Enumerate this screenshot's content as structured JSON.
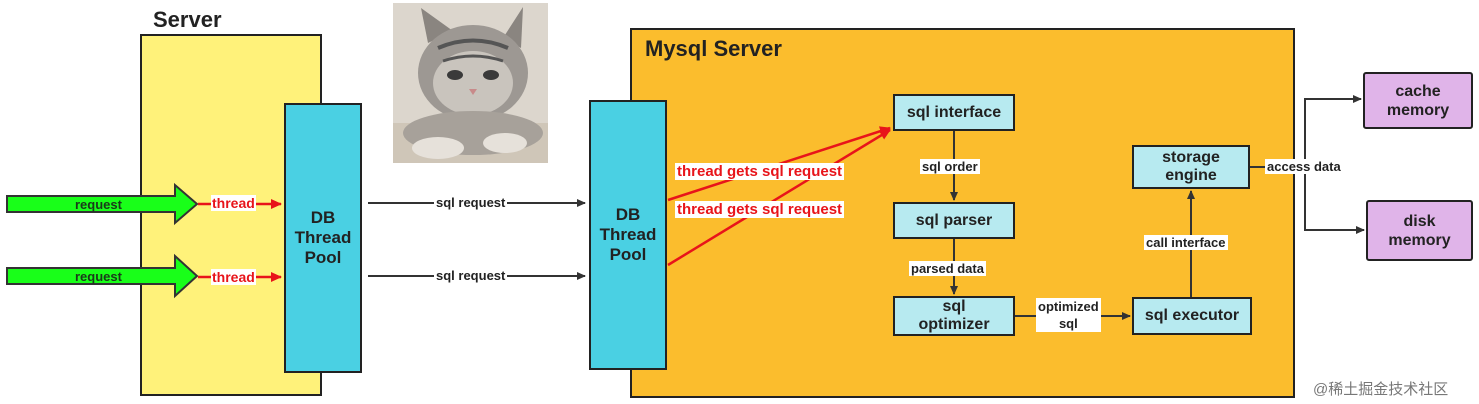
{
  "server": {
    "title": "Server",
    "pool_label": "DB\nThread\nPool",
    "thread_label": "thread",
    "request_label": "request"
  },
  "mysql": {
    "title": "Mysql Server",
    "pool_label": "DB\nThread\nPool",
    "thread_gets_label": "thread gets sql request",
    "nodes": {
      "interface": "sql interface",
      "parser": "sql parser",
      "optimizer": "sql\noptimizer",
      "executor": "sql executor",
      "storage": "storage\nengine"
    },
    "edges": {
      "sql_order": "sql order",
      "parsed_data": "parsed data",
      "optimized_sql": "optimized\nsql",
      "call_interface": "call interface",
      "access_data": "access data"
    }
  },
  "sql_request_label": "sql request",
  "memory": {
    "cache": "cache\nmemory",
    "disk": "disk\nmemory"
  },
  "watermark": "@稀土掘金技术社区",
  "colors": {
    "server_bg": "#fff27a",
    "mysql_bg": "#fbbd2d",
    "pool": "#4ad0e3",
    "node": "#b7eaf0",
    "memory": "#e0b4e9",
    "request_arrow": "#19ff19",
    "thread_red": "#e8141a"
  }
}
